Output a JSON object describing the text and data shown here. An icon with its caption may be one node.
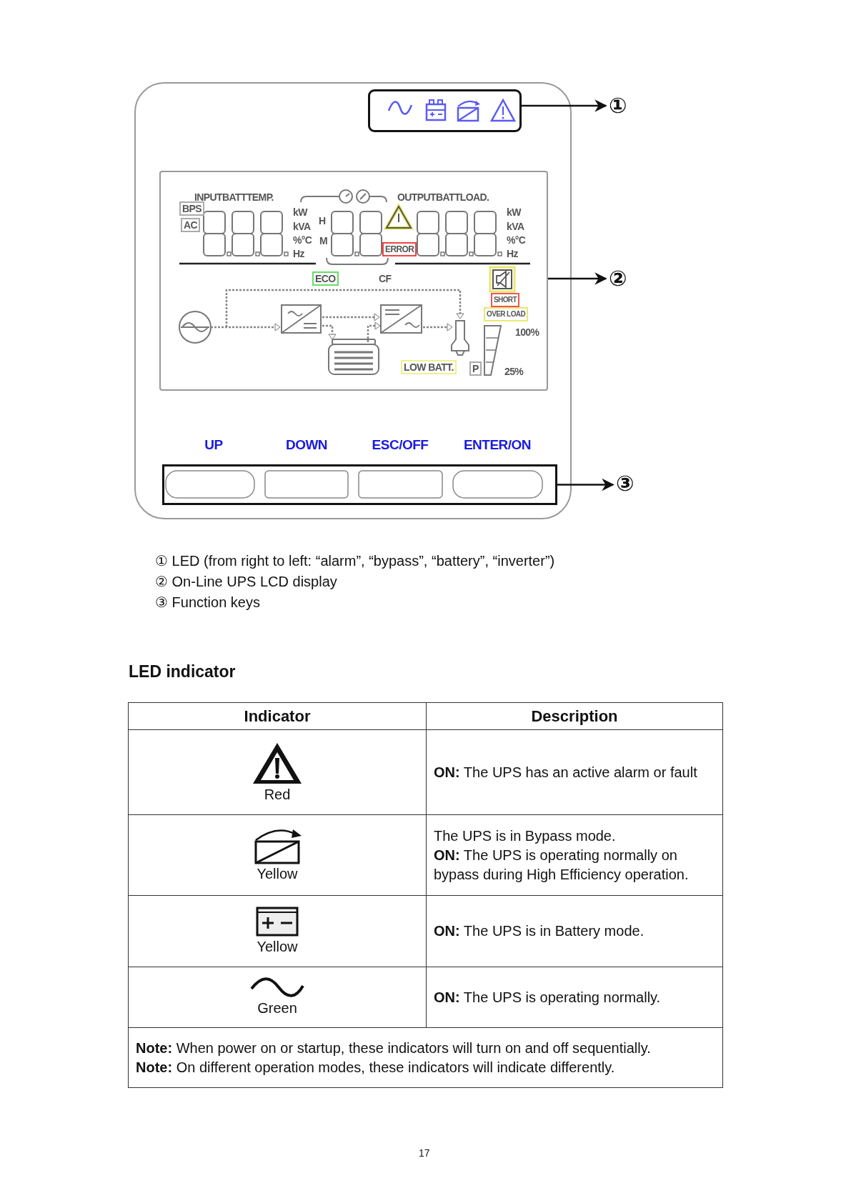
{
  "diagram": {
    "nodes": [
      {
        "text": [],
        "shape": "box"
      },
      {
        "text": [],
        "shape": "box",
        "in": 0
      },
      {
        "text": [
          "①"
        ]
      },
      {
        "text": [
          "INPUTBATTTEMP.",
          "OUTPUTBATTLOAD.",
          "BPS",
          "AC",
          "kW",
          "kVA",
          "%°C",
          "Hz",
          "H",
          "M",
          "ERROR",
          "kW",
          "kVA",
          "%°C",
          "Hz",
          "ECO",
          "CF",
          "SHORT",
          "OVER LOAD",
          "LOW BATT.",
          "P",
          "100%",
          "25%"
        ],
        "in": 0
      },
      {
        "text": [
          "②"
        ]
      },
      {
        "text": [
          "UP",
          "DOWN",
          "ESC/OFF",
          "ENTER/ON"
        ],
        "in": 0
      },
      {
        "text": [
          "③"
        ]
      }
    ],
    "edges": [
      {
        "from": 1,
        "to": 2,
        "arrow": "to"
      },
      {
        "from": 3,
        "to": 4,
        "arrow": "to"
      },
      {
        "from": 5,
        "to": 6,
        "arrow": "to"
      }
    ],
    "labels": [
      "① LED (from right to left: “alarm”, “bypass”, “battery”, “inverter”)",
      "② On-Line UPS LCD display",
      "③ Function keys",
      "LED indicator",
      "Indicator",
      "Description",
      "Red",
      "**ON:** The UPS has an active alarm or fault",
      "Yellow",
      "The UPS is in Bypass mode.",
      "**ON:** The UPS is operating normally on bypass during High Efficiency operation.",
      "Yellow",
      "**ON:** The UPS is in Battery mode.",
      "Green",
      "**ON:** The UPS is operating normally.",
      "**Note:** When power on or startup, these indicators will turn on and off sequentially.",
      "**Note:** On different operation modes, these indicators will indicate differently.",
      "17"
    ]
  }
}
